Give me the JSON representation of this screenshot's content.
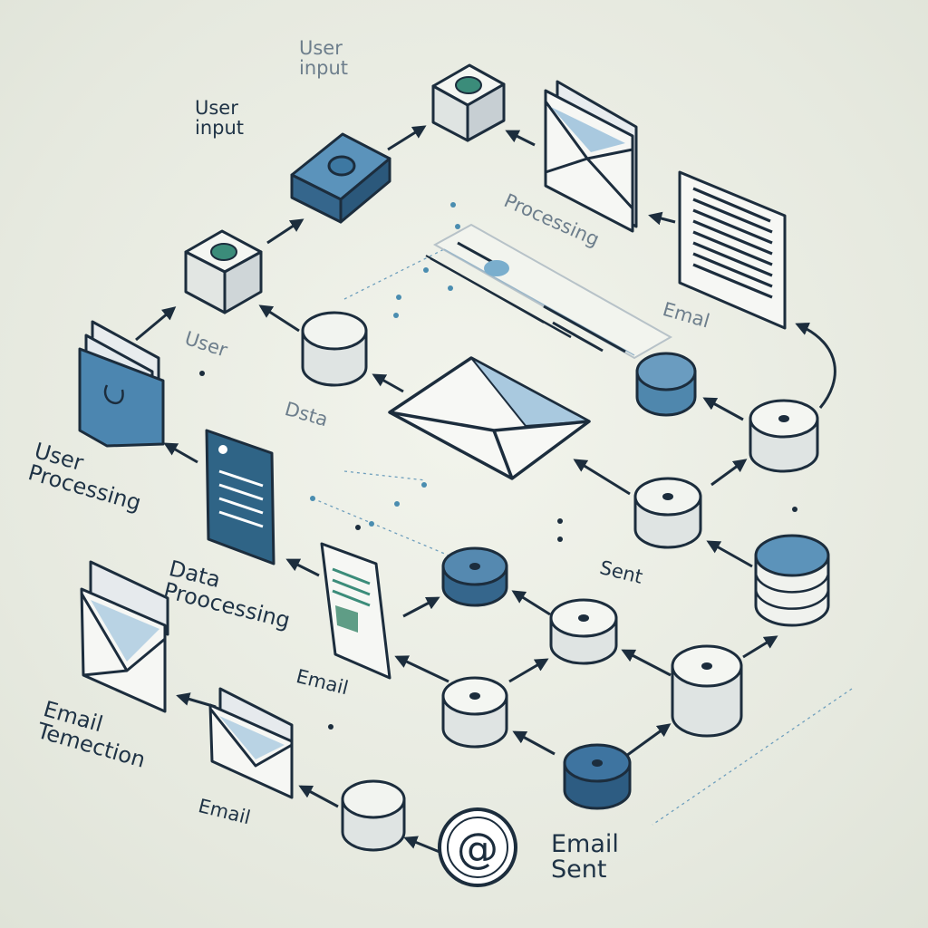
{
  "labels": {
    "user_input_top": "User\ninput",
    "user_input_left": "User\ninput",
    "processing_top": "Processing",
    "email_right": "Emal",
    "user_mid": "User",
    "data_mid": "Dsta",
    "user_processing": "User\nProcessing",
    "data_processing": "Data\nProocessing",
    "sent_mid": "Sent",
    "email_mid": "Email",
    "email_temection": "Email\nTemection",
    "email_bottom": "Email",
    "email_sent": "Email\nSent"
  },
  "icons": {
    "at_symbol": "@"
  },
  "colors": {
    "background": "#e9ece3",
    "stroke": "#1c2d3d",
    "blue": "#3f7fa8",
    "blue_light": "#8fb8d4",
    "green": "#3b8c7a",
    "white": "#f4f6f2",
    "grey": "#d9ddd7"
  }
}
